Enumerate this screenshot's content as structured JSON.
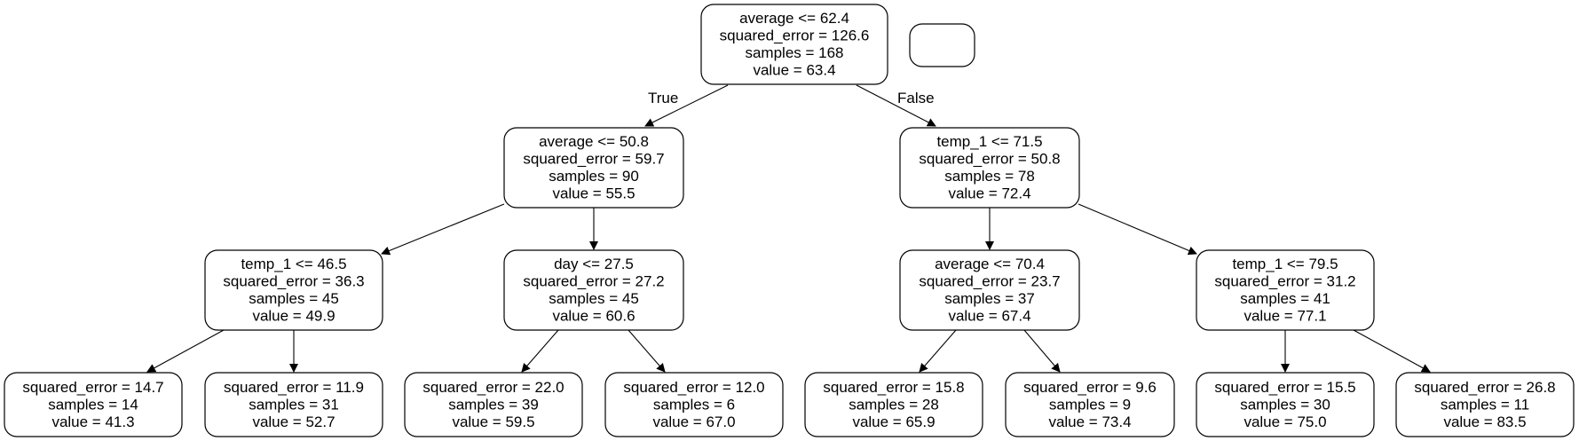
{
  "tree": {
    "nodes": [
      {
        "id": "n0",
        "lines": [
          "average <= 62.4",
          "squared_error = 126.6",
          "samples = 168",
          "value = 63.4"
        ]
      },
      {
        "id": "legend",
        "lines": []
      },
      {
        "id": "n1",
        "lines": [
          "average <= 50.8",
          "squared_error = 59.7",
          "samples = 90",
          "value = 55.5"
        ]
      },
      {
        "id": "n2",
        "lines": [
          "temp_1 <= 71.5",
          "squared_error = 50.8",
          "samples = 78",
          "value = 72.4"
        ]
      },
      {
        "id": "n3",
        "lines": [
          "temp_1 <= 46.5",
          "squared_error = 36.3",
          "samples = 45",
          "value = 49.9"
        ]
      },
      {
        "id": "n4",
        "lines": [
          "day <= 27.5",
          "squared_error = 27.2",
          "samples = 45",
          "value = 60.6"
        ]
      },
      {
        "id": "n5",
        "lines": [
          "average <= 70.4",
          "squared_error = 23.7",
          "samples = 37",
          "value = 67.4"
        ]
      },
      {
        "id": "n6",
        "lines": [
          "temp_1 <= 79.5",
          "squared_error = 31.2",
          "samples = 41",
          "value = 77.1"
        ]
      },
      {
        "id": "n7",
        "lines": [
          "squared_error = 14.7",
          "samples = 14",
          "value = 41.3"
        ]
      },
      {
        "id": "n8",
        "lines": [
          "squared_error = 11.9",
          "samples = 31",
          "value = 52.7"
        ]
      },
      {
        "id": "n9",
        "lines": [
          "squared_error = 22.0",
          "samples = 39",
          "value = 59.5"
        ]
      },
      {
        "id": "n10",
        "lines": [
          "squared_error = 12.0",
          "samples = 6",
          "value = 67.0"
        ]
      },
      {
        "id": "n11",
        "lines": [
          "squared_error = 15.8",
          "samples = 28",
          "value = 65.9"
        ]
      },
      {
        "id": "n12",
        "lines": [
          "squared_error = 9.6",
          "samples = 9",
          "value = 73.4"
        ]
      },
      {
        "id": "n13",
        "lines": [
          "squared_error = 15.5",
          "samples = 30",
          "value = 75.0"
        ]
      },
      {
        "id": "n14",
        "lines": [
          "squared_error = 26.8",
          "samples = 11",
          "value = 83.5"
        ]
      }
    ],
    "edges": [
      {
        "from": "n0",
        "to": "n1",
        "label": "True"
      },
      {
        "from": "n0",
        "to": "n2",
        "label": "False"
      },
      {
        "from": "n1",
        "to": "n3",
        "label": ""
      },
      {
        "from": "n1",
        "to": "n4",
        "label": ""
      },
      {
        "from": "n2",
        "to": "n5",
        "label": ""
      },
      {
        "from": "n2",
        "to": "n6",
        "label": ""
      },
      {
        "from": "n3",
        "to": "n7",
        "label": ""
      },
      {
        "from": "n3",
        "to": "n8",
        "label": ""
      },
      {
        "from": "n4",
        "to": "n9",
        "label": ""
      },
      {
        "from": "n4",
        "to": "n10",
        "label": ""
      },
      {
        "from": "n5",
        "to": "n11",
        "label": ""
      },
      {
        "from": "n5",
        "to": "n12",
        "label": ""
      },
      {
        "from": "n6",
        "to": "n13",
        "label": ""
      },
      {
        "from": "n6",
        "to": "n14",
        "label": ""
      }
    ]
  }
}
